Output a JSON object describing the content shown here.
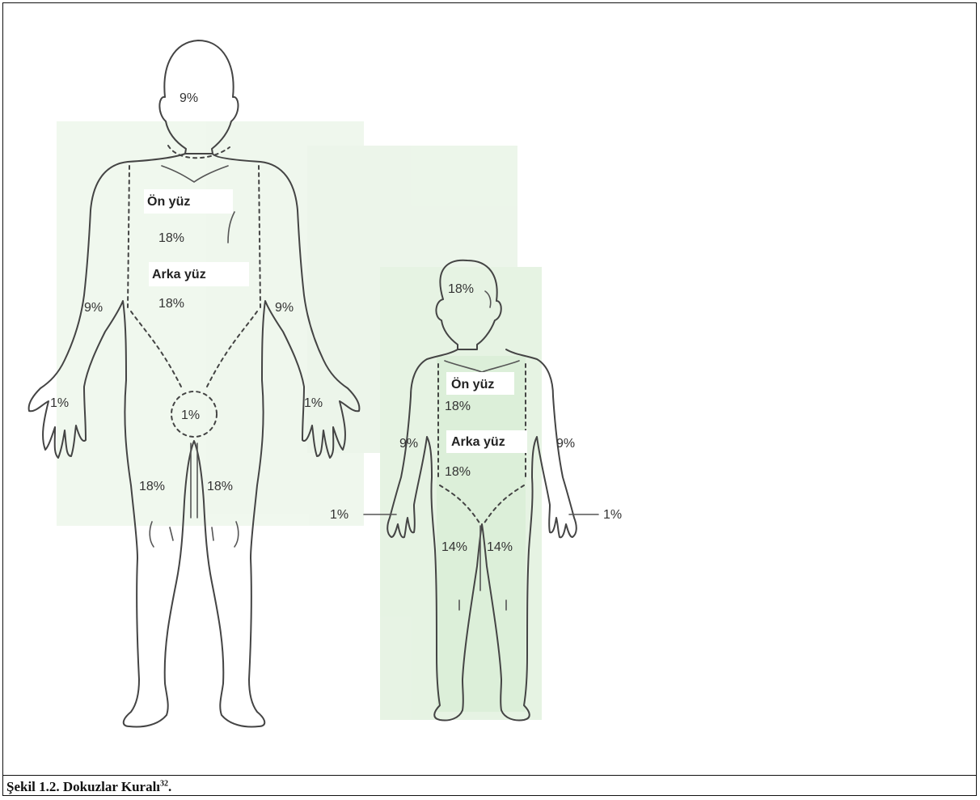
{
  "figure": {
    "adult": {
      "head": "9%",
      "front_label": "Ön yüz",
      "front_value": "18%",
      "back_label": "Arka yüz",
      "back_value": "18%",
      "arm_right": "9%",
      "arm_left": "9%",
      "hand_right": "1%",
      "hand_left": "1%",
      "genital": "1%",
      "leg_right": "18%",
      "leg_left": "18%"
    },
    "child": {
      "head": "18%",
      "front_label": "Ön yüz",
      "front_value": "18%",
      "back_label": "Arka yüz",
      "back_value": "18%",
      "arm_right": "9%",
      "arm_left": "9%",
      "hand_right": "1%",
      "hand_left": "1%",
      "leg_right": "14%",
      "leg_left": "14%"
    },
    "shading_color": "#e6f3e4",
    "line_color": "#444444"
  },
  "caption": {
    "text": "Şekil 1.2. Dokuzlar Kuralı",
    "ref": "32",
    "end": "."
  }
}
